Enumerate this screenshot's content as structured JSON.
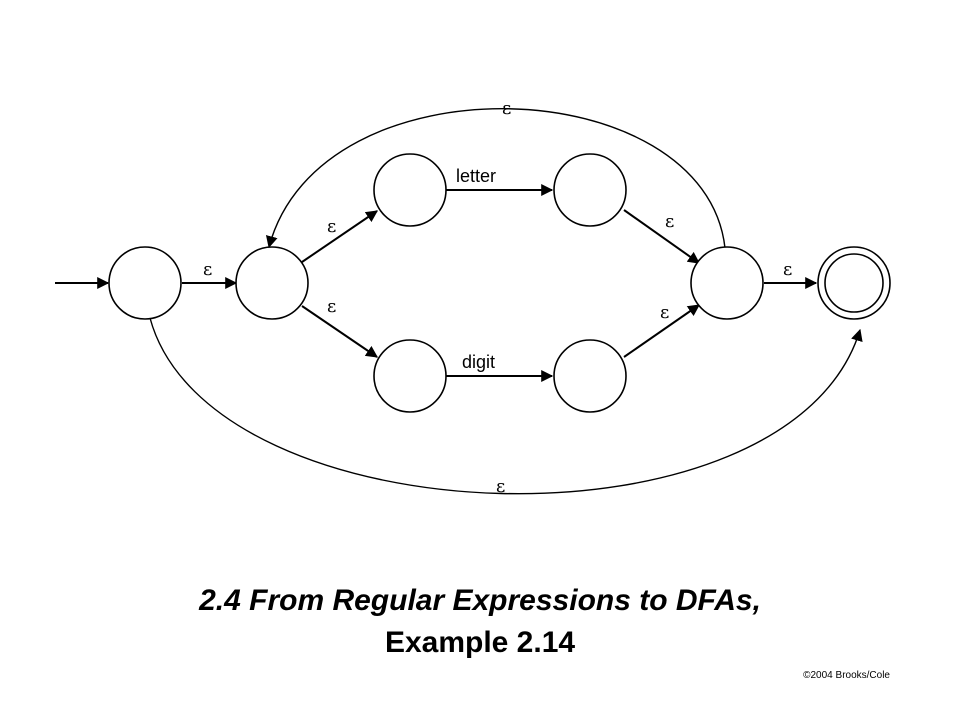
{
  "diagram": {
    "states": [
      "s1",
      "s2",
      "s3",
      "s4",
      "s5",
      "s6",
      "s7",
      "s8"
    ],
    "start_state": "s1",
    "accept_states": [
      "s8"
    ],
    "transitions": [
      {
        "from": "s1",
        "to": "s2",
        "label": "ε"
      },
      {
        "from": "s2",
        "to": "s3",
        "label": "ε"
      },
      {
        "from": "s2",
        "to": "s5",
        "label": "ε"
      },
      {
        "from": "s3",
        "to": "s4",
        "label": "letter"
      },
      {
        "from": "s5",
        "to": "s6",
        "label": "digit"
      },
      {
        "from": "s4",
        "to": "s7",
        "label": "ε"
      },
      {
        "from": "s6",
        "to": "s7",
        "label": "ε"
      },
      {
        "from": "s7",
        "to": "s8",
        "label": "ε"
      },
      {
        "from": "s7",
        "to": "s2",
        "label": "ε"
      },
      {
        "from": "s1",
        "to": "s8",
        "label": "ε"
      }
    ]
  },
  "title": {
    "line1": "2.4  From Regular Expressions to DFAs,",
    "line2": "Example 2.14"
  },
  "copyright": "©2004 Brooks/Cole"
}
